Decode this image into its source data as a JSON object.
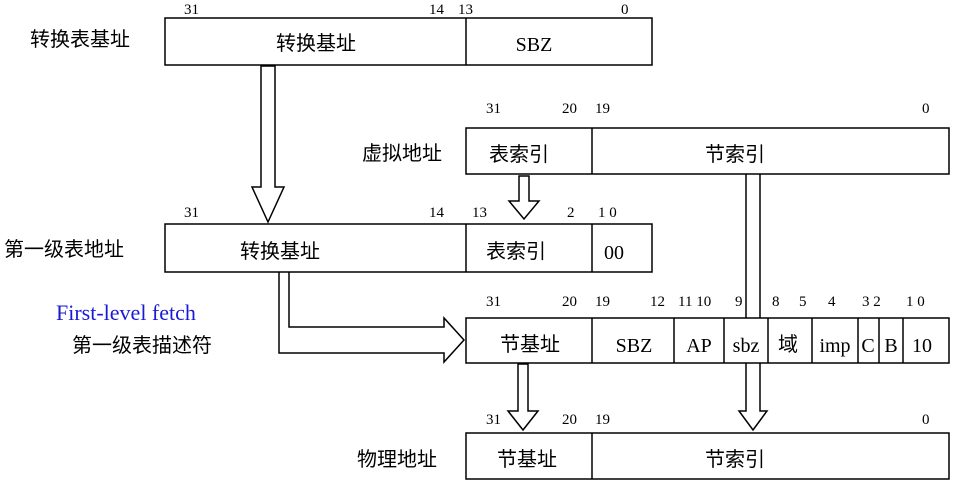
{
  "translation_table_base": {
    "label": "转换表基址",
    "bits": {
      "b31": "31",
      "b14": "14",
      "b13": "13",
      "b0": "0"
    },
    "fields": {
      "base": "转换基址",
      "sbz": "SBZ"
    }
  },
  "virtual_address": {
    "label": "虚拟地址",
    "bits": {
      "b31": "31",
      "b20": "20",
      "b19": "19",
      "b0": "0"
    },
    "fields": {
      "table_index": "表索引",
      "section_index": "节索引"
    }
  },
  "first_level_address": {
    "label": "第一级表地址",
    "bits": {
      "b31": "31",
      "b14": "14",
      "b13": "13",
      "b2": "2",
      "b1b0": "1 0"
    },
    "fields": {
      "base": "转换基址",
      "table_index": "表索引",
      "zeros": "00"
    }
  },
  "first_level_descriptor": {
    "fetch_label": "First-level fetch",
    "label": "第一级表描述符",
    "bits": {
      "b31": "31",
      "b20": "20",
      "b19": "19",
      "b12": "12",
      "b11b10": "11 10",
      "b9": "9",
      "b8": "8",
      "b5": "5",
      "b4": "4",
      "b3b2": "3  2",
      "b1b0": "1 0"
    },
    "fields": {
      "section_base": "节基址",
      "sbz": "SBZ",
      "ap": "AP",
      "sbz2": "sbz",
      "domain": "域",
      "imp": "imp",
      "c": "C",
      "b": "B",
      "type": "10"
    }
  },
  "physical_address": {
    "label": "物理地址",
    "bits": {
      "b31": "31",
      "b20": "20",
      "b19": "19",
      "b0": "0"
    },
    "fields": {
      "section_base": "节基址",
      "section_index": "节索引"
    }
  }
}
